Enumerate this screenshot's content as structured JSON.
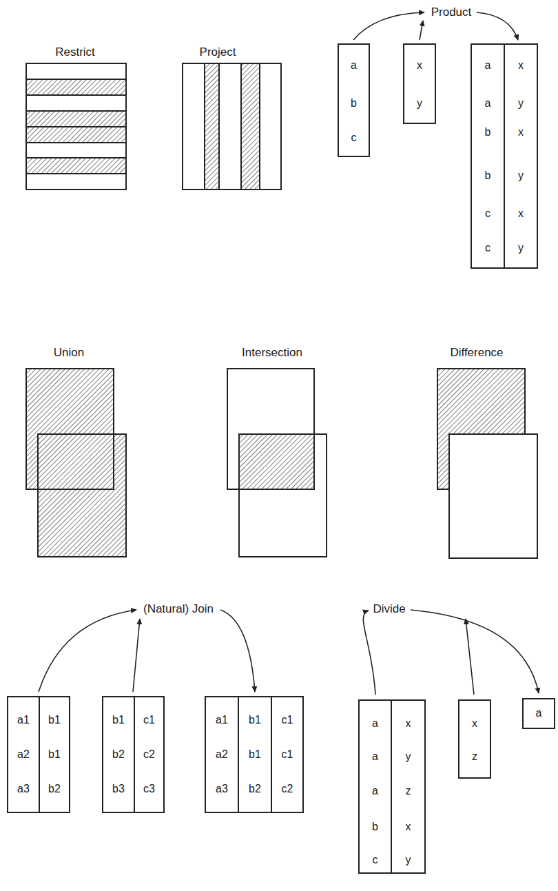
{
  "diagram": {
    "nodes": [
      {
        "text": [
          "a",
          "b",
          "c"
        ]
      },
      {
        "text": [
          "x",
          "y"
        ]
      },
      {
        "text": [
          "a",
          "a",
          "b",
          "b",
          "c",
          "c"
        ]
      },
      {
        "text": [
          "x",
          "y",
          "x",
          "y",
          "x",
          "y"
        ]
      },
      {
        "text": [
          "a1",
          "a2",
          "a3"
        ]
      },
      {
        "text": [
          "b1",
          "b1",
          "b2"
        ]
      },
      {
        "text": [
          "b1",
          "b2",
          "b3"
        ]
      },
      {
        "text": [
          "c1",
          "c2",
          "c3"
        ]
      },
      {
        "text": [
          "a1",
          "a2",
          "a3"
        ]
      },
      {
        "text": [
          "b1",
          "b1",
          "b2"
        ]
      },
      {
        "text": [
          "c1",
          "c1",
          "c2"
        ]
      },
      {
        "text": [
          "a",
          "a",
          "a",
          "b",
          "c"
        ]
      },
      {
        "text": [
          "x",
          "y",
          "z",
          "x",
          "y"
        ]
      },
      {
        "text": [
          "x",
          "z"
        ]
      },
      {
        "text": [
          "a"
        ]
      }
    ],
    "labels": [
      "Restrict",
      "Project",
      "Product",
      "Union",
      "Intersection",
      "Difference",
      "(Natural) Join",
      "Divide"
    ]
  }
}
